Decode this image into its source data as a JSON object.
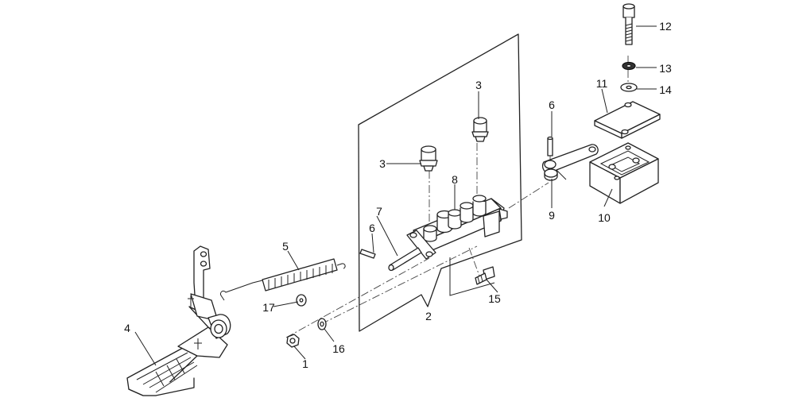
{
  "callouts": [
    "1",
    "2",
    "3",
    "3",
    "4",
    "5",
    "6",
    "6",
    "7",
    "8",
    "9",
    "10",
    "11",
    "12",
    "13",
    "14",
    "15",
    "16",
    "17"
  ],
  "colors": {
    "line": "#222222",
    "background": "#ffffff"
  }
}
